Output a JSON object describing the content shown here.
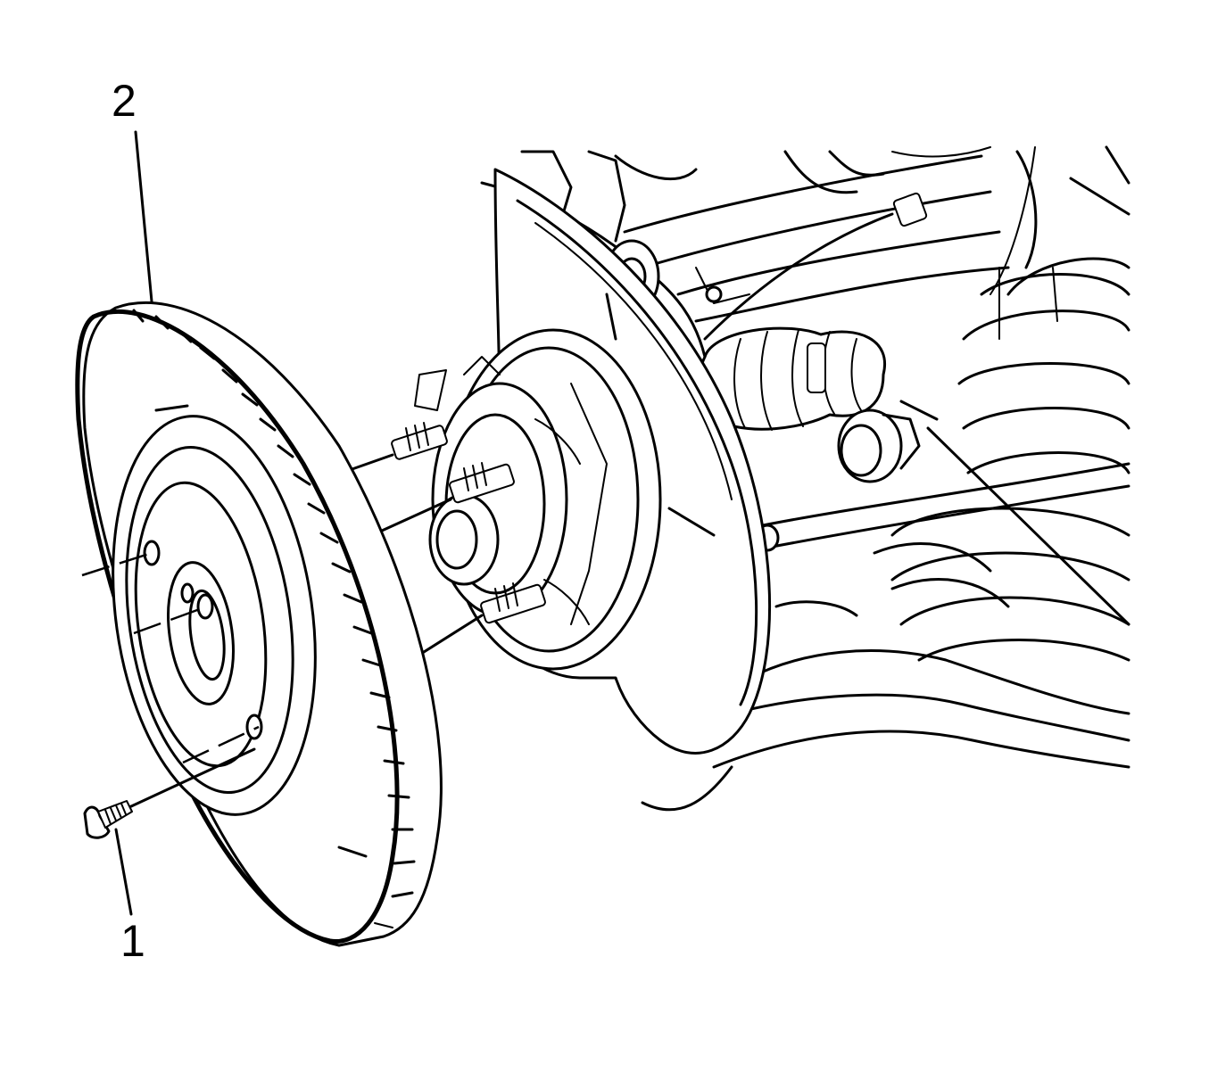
{
  "callouts": [
    {
      "number": "1",
      "part": "rotor-retaining-screw"
    },
    {
      "number": "2",
      "part": "brake-rotor"
    }
  ],
  "colors": {
    "line": "#000000",
    "background": "#ffffff"
  }
}
